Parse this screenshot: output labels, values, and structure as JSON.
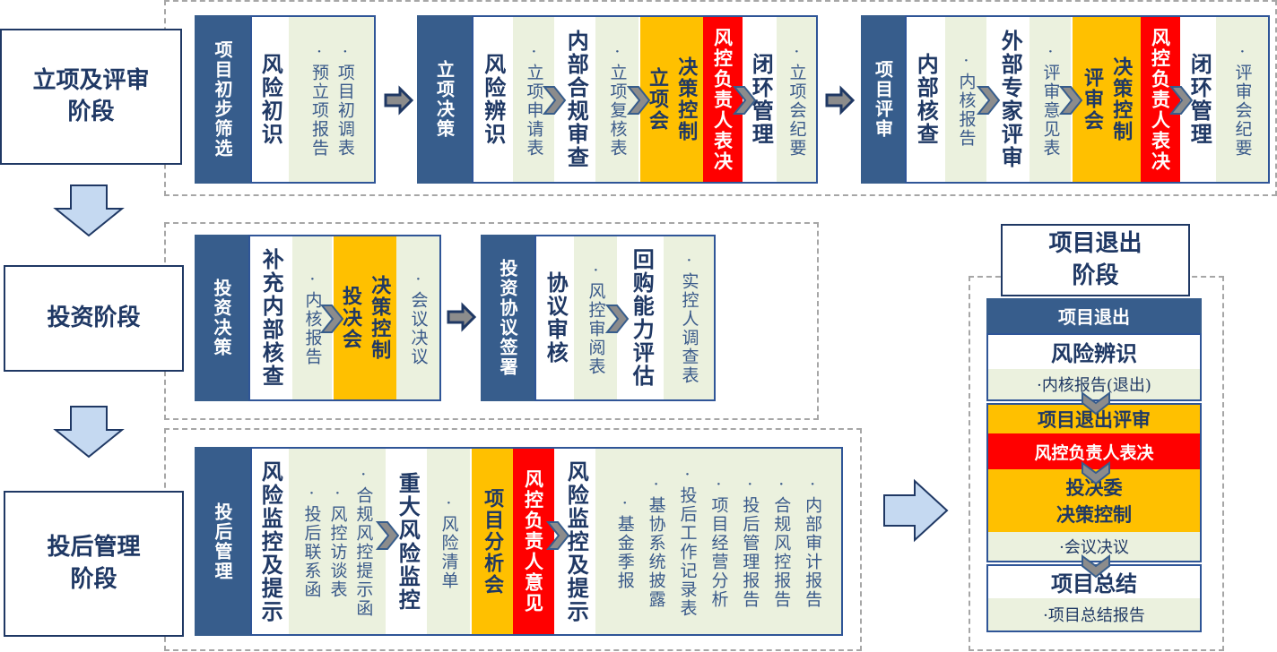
{
  "stages": {
    "approval": "立项及评审\n阶段",
    "investment": "投资阶段",
    "post": "投后管理\n阶段",
    "exit": "项目退出\n阶段"
  },
  "approval": {
    "screening": {
      "title": "项目初步筛选",
      "step": "风险初识",
      "docs": [
        "·预立项报告",
        "·项目初调表"
      ]
    },
    "decision": {
      "title": "立项决策",
      "risk_step": "风险辨识",
      "risk_doc": "·立项申请表",
      "compliance_step": "内部合规审查",
      "compliance_doc": "·立项复核表",
      "meeting": "立项会",
      "control": "决策控制",
      "vote": "风控负责人表决",
      "close_step": "闭环管理",
      "close_doc": "·立项会纪要"
    },
    "review": {
      "title": "项目评审",
      "internal_step": "内部核查",
      "internal_doc": "·内核报告",
      "expert_step": "外部专家评审",
      "expert_doc": "·评审意见表",
      "meeting": "评审会",
      "control": "决策控制",
      "vote": "风控负责人表决",
      "close_step": "闭环管理",
      "close_doc": "·评审会纪要"
    }
  },
  "investment": {
    "decision": {
      "title": "投资决策",
      "check_step": "补充内部核查",
      "check_doc": "·内核报告",
      "meeting": "投决会",
      "control": "决策控制",
      "resolution_doc": "·会议决议"
    },
    "signing": {
      "title": "投资协议签署",
      "review_step": "协议审核",
      "review_doc": "·风控审阅表",
      "buyback_step": "回购能力评估",
      "buyback_doc": "·实控人调查表"
    }
  },
  "post": {
    "title": "投后管理",
    "monitor_step": "风险监控及提示",
    "monitor_docs": [
      "·投后联系函",
      "·风控访谈表",
      "·合规风控提示函"
    ],
    "major_step": "重大风险监控",
    "major_doc": "·风险清单",
    "meeting": "项目分析会",
    "opinion": "风控负责人意见",
    "monitor2_step": "风险监控及提示",
    "monitor2_docs": [
      "·基金季报",
      "·基协系统披露",
      "·投后工作记录表",
      "·项目经营分析",
      "·投后管理报告",
      "·合规风控报告",
      "·内部审计报告"
    ]
  },
  "exit": {
    "title": "项目退出",
    "risk_step": "风险辨识",
    "risk_doc": "·内核报告(退出)",
    "review": "项目退出评审",
    "vote": "风控负责人表决",
    "committee": "投决委\n决策控制",
    "resolution_doc": "·会议决议",
    "summary": "项目总结",
    "summary_doc": "·项目总结报告"
  },
  "colors": {
    "dark": "#375d8c",
    "light": "#ebf1de",
    "orange": "#ffc000",
    "red": "#ff0000",
    "arrow": "#c5d9f1"
  }
}
